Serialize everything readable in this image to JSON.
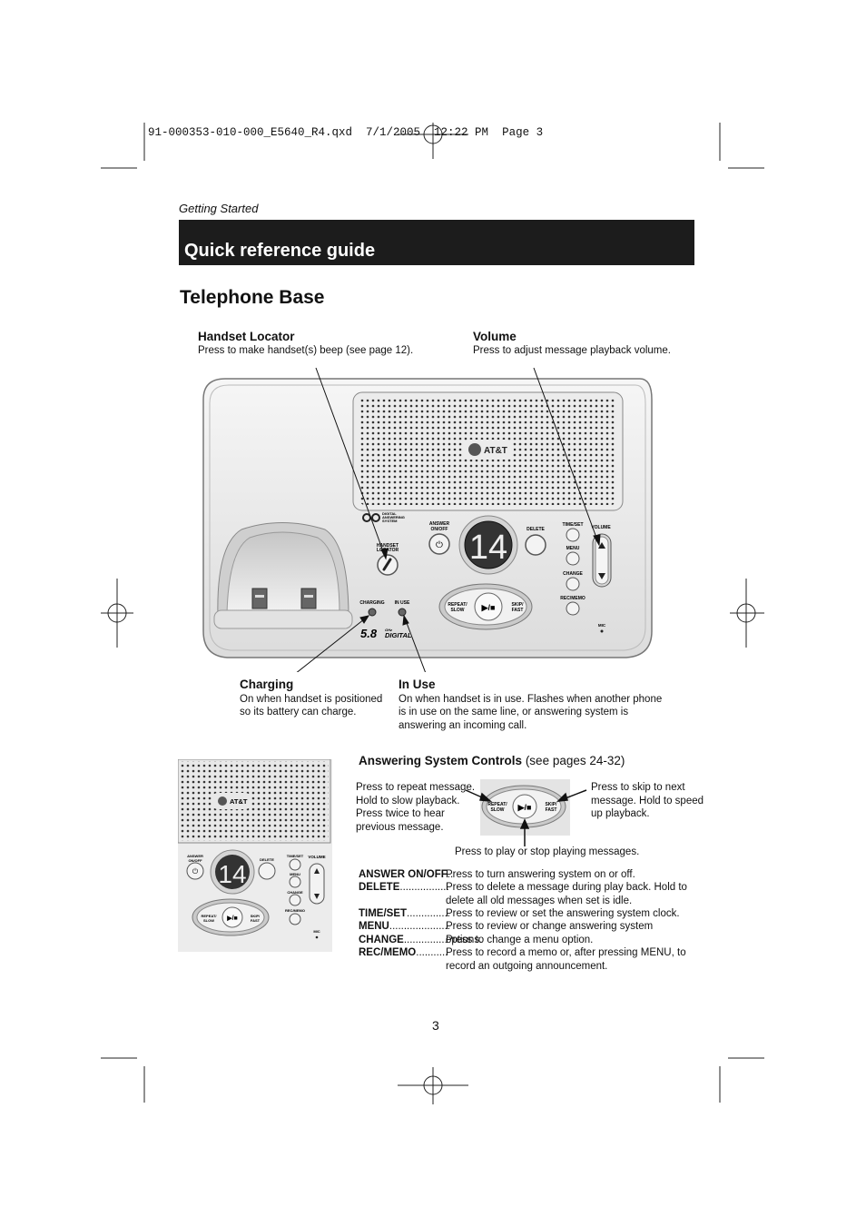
{
  "print_slug": "91-000353-010-000_E5640_R4.qxd  7/1/2005  12:22 PM  Page 3",
  "section_label": "Getting Started",
  "banner_title": "Quick reference guide",
  "subheading": "Telephone Base",
  "callouts": {
    "handset_locator": {
      "title": "Handset Locator",
      "text": "Press to make handset(s) beep (see page 12)."
    },
    "volume": {
      "title": "Volume",
      "text": "Press to adjust message playback volume."
    },
    "charging": {
      "title": "Charging",
      "line1": "On when handset is positioned",
      "line2": "so its battery can charge."
    },
    "in_use": {
      "title": "In Use",
      "line1": "On when handset is in use. Flashes when another phone",
      "line2": "is in use on the same line, or answering system is",
      "line3": "answering an incoming call."
    }
  },
  "device": {
    "brand": "AT&T",
    "digital_label_line1": "DIGITAL",
    "digital_label_line2": "ANSWERING",
    "digital_label_line3": "SYSTEM",
    "answer_label_1": "ANSWER",
    "answer_label_2": "ON/OFF",
    "handset_locator_label_1": "HANDSET",
    "handset_locator_label_2": "LOCATOR",
    "display": "14",
    "delete_label": "DELETE",
    "timeset_label": "TIME/SET",
    "menu_label": "MENU",
    "change_label": "CHANGE",
    "recmemo_label": "REC/MEMO",
    "volume_label": "VOLUME",
    "charging_label": "CHARGING",
    "inuse_label": "IN USE",
    "repeat_label_1": "REPEAT/",
    "repeat_label_2": "SLOW",
    "skip_label_1": "SKIP/",
    "skip_label_2": "FAST",
    "play_symbol": "▶/■",
    "mic_label": "MIC",
    "model_number": "5.8",
    "model_unit": "GHz",
    "model_word": "DIGITAL"
  },
  "answering": {
    "title": "Answering System Controls",
    "pages": "(see pages 24-32)",
    "repeat_note": [
      "Press to repeat message.",
      "Hold to slow playback.",
      "Press twice to hear",
      "previous message."
    ],
    "skip_note": [
      "Press to skip to next",
      "message. Hold to speed",
      "up playback."
    ],
    "play_note": "Press to play or stop playing messages."
  },
  "controls": [
    {
      "key": "ANSWER ON/OFF",
      "leader": "..",
      "desc": [
        "Press to turn answering system on or off."
      ]
    },
    {
      "key": "DELETE",
      "leader": ".................",
      "desc": [
        "Press to delete a message during play back.  Hold to",
        "delete all old messages when set is idle."
      ]
    },
    {
      "key": "TIME/SET",
      "leader": "...............",
      "desc": [
        "Press to review or set the answering system clock."
      ]
    },
    {
      "key": "MENU",
      "leader": ".....................",
      "desc": [
        "Press to review or change answering system options."
      ]
    },
    {
      "key": "CHANGE",
      "leader": "...............",
      "desc": [
        "Press to change a menu option."
      ]
    },
    {
      "key": "REC/MEMO",
      "leader": "...........",
      "desc": [
        "Press to record a memo or, after pressing MENU, to",
        "record an outgoing announcement."
      ]
    }
  ],
  "page_number": "3"
}
